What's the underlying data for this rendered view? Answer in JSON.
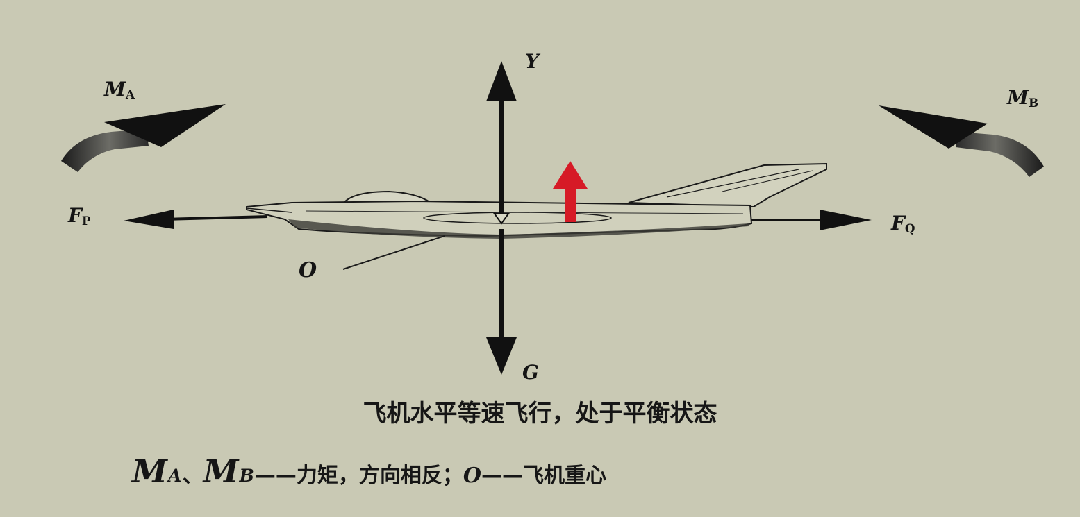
{
  "labels": {
    "y": "Y",
    "g": "G",
    "o": "O",
    "fp_main": "F",
    "fp_sub": "P",
    "fq_main": "F",
    "fq_sub": "Q",
    "ma_main": "M",
    "ma_sub": "A",
    "mb_main": "M",
    "mb_sub": "B"
  },
  "caption": "飞机水平等速飞行，处于平衡状态",
  "legend": {
    "ma_main": "M",
    "ma_sub": "A",
    "sep": "、",
    "mb_main": "M",
    "mb_sub": "B",
    "dash1": "——",
    "text1": "力矩，方向相反；",
    "o": "O",
    "dash2": "——",
    "text2": "飞机重心"
  },
  "colors": {
    "background": "#c9c9b4",
    "ink": "#141414",
    "highlight_arrow": "#d61a26"
  }
}
